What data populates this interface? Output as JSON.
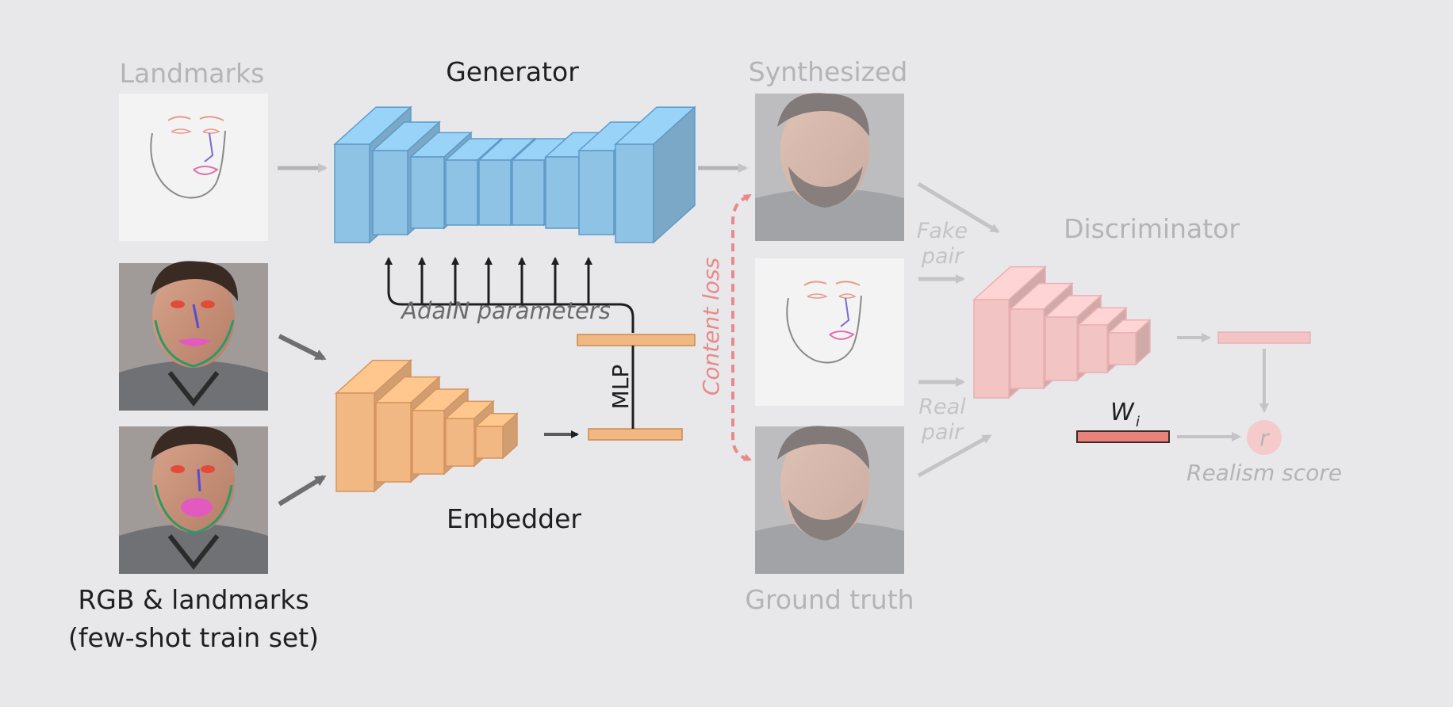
{
  "labels": {
    "landmarks": "Landmarks",
    "generator": "Generator",
    "synthesized": "Synthesized",
    "discriminator": "Discriminator",
    "adain": "AdaIN parameters",
    "mlp": "MLP",
    "content_loss": "Content loss",
    "fake_pair_line1": "Fake",
    "fake_pair_line2": "pair",
    "real_pair_line1": "Real",
    "real_pair_line2": "pair",
    "embedder": "Embedder",
    "ground_truth": "Ground truth",
    "rgb_line1": "RGB & landmarks",
    "rgb_line2": "(few-shot train set)",
    "wi_symbol": "W",
    "wi_subscript": "i",
    "r_symbol": "r",
    "realism_score": "Realism score"
  },
  "colors": {
    "background": "#e8e8ea",
    "generator_blue": "#8ec3e6",
    "embedder_orange": "#f2b883",
    "discriminator_pink": "#f2c4c4",
    "content_loss_red": "#e88a8a",
    "arrow_gray": "#b0b0b2",
    "faded_text": "#b4b4b6",
    "dark_text": "#1f1f1f"
  }
}
